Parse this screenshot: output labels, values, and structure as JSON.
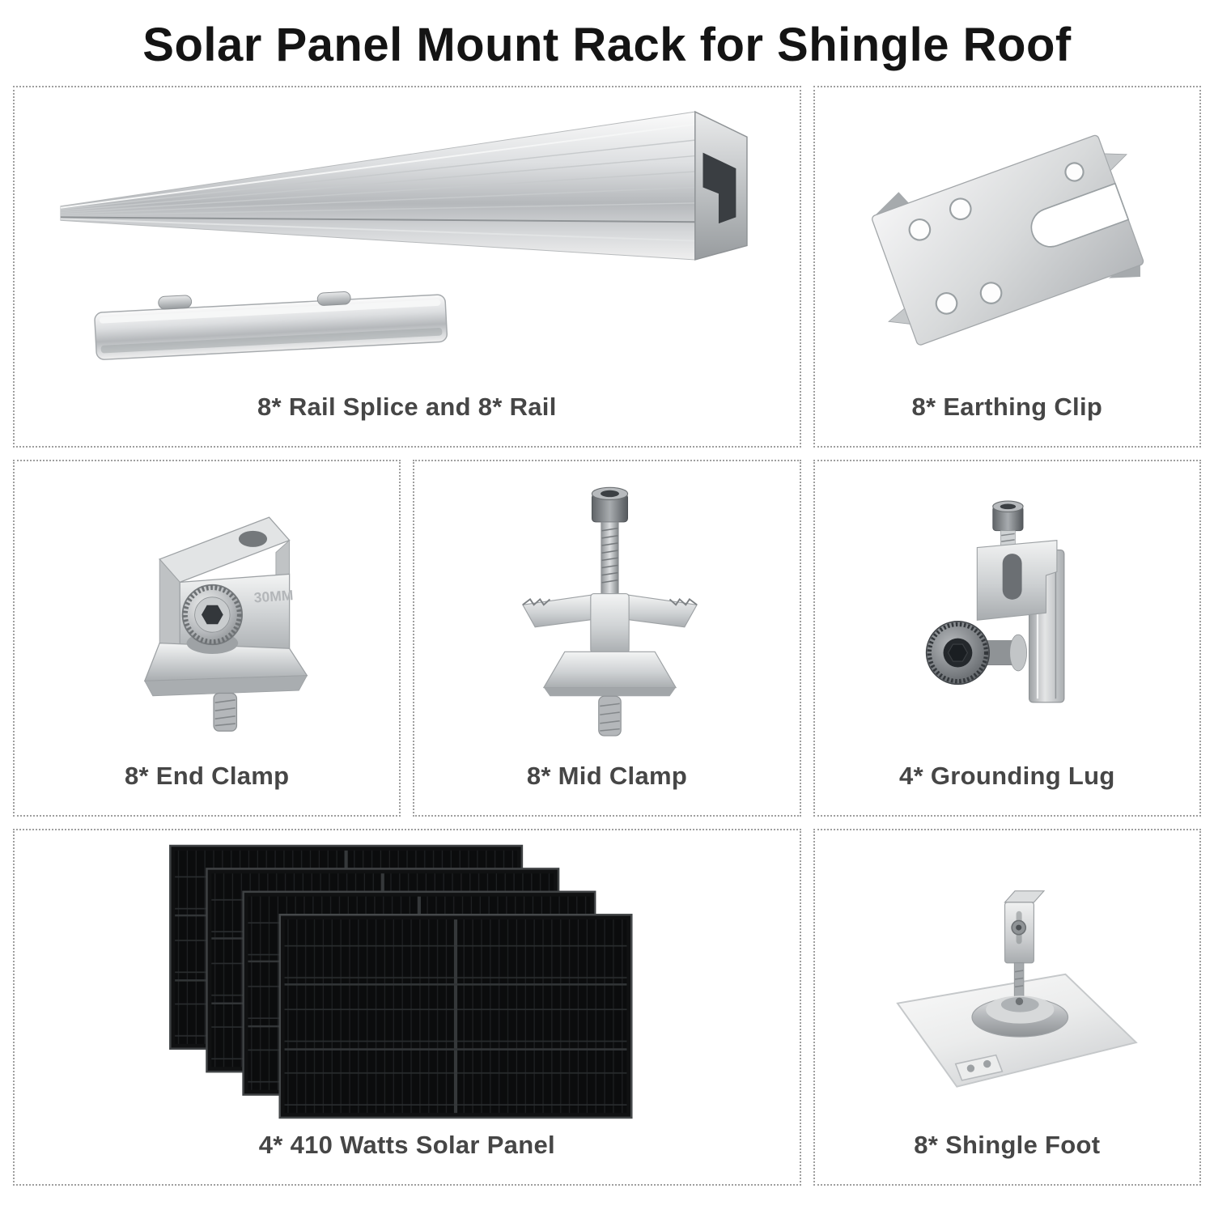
{
  "page": {
    "title": "Solar Panel Mount Rack for Shingle Roof"
  },
  "cells": {
    "rail": {
      "label": "8* Rail Splice and 8* Rail"
    },
    "earthing_clip": {
      "label": "8* Earthing Clip"
    },
    "end_clamp": {
      "label": "8* End Clamp",
      "embossed_text": "30MM"
    },
    "mid_clamp": {
      "label": "8* Mid Clamp"
    },
    "grounding_lug": {
      "label": "4* Grounding Lug"
    },
    "solar_panel": {
      "label": "4* 410 Watts Solar Panel"
    },
    "shingle_foot": {
      "label": "8* Shingle Foot"
    }
  },
  "colors": {
    "title_text": "#141414",
    "label_text": "#464646",
    "cell_border": "#9f9f9f",
    "metal_silver": "#ced1d3",
    "panel_black": "#0b0c0d",
    "background": "#ffffff"
  }
}
